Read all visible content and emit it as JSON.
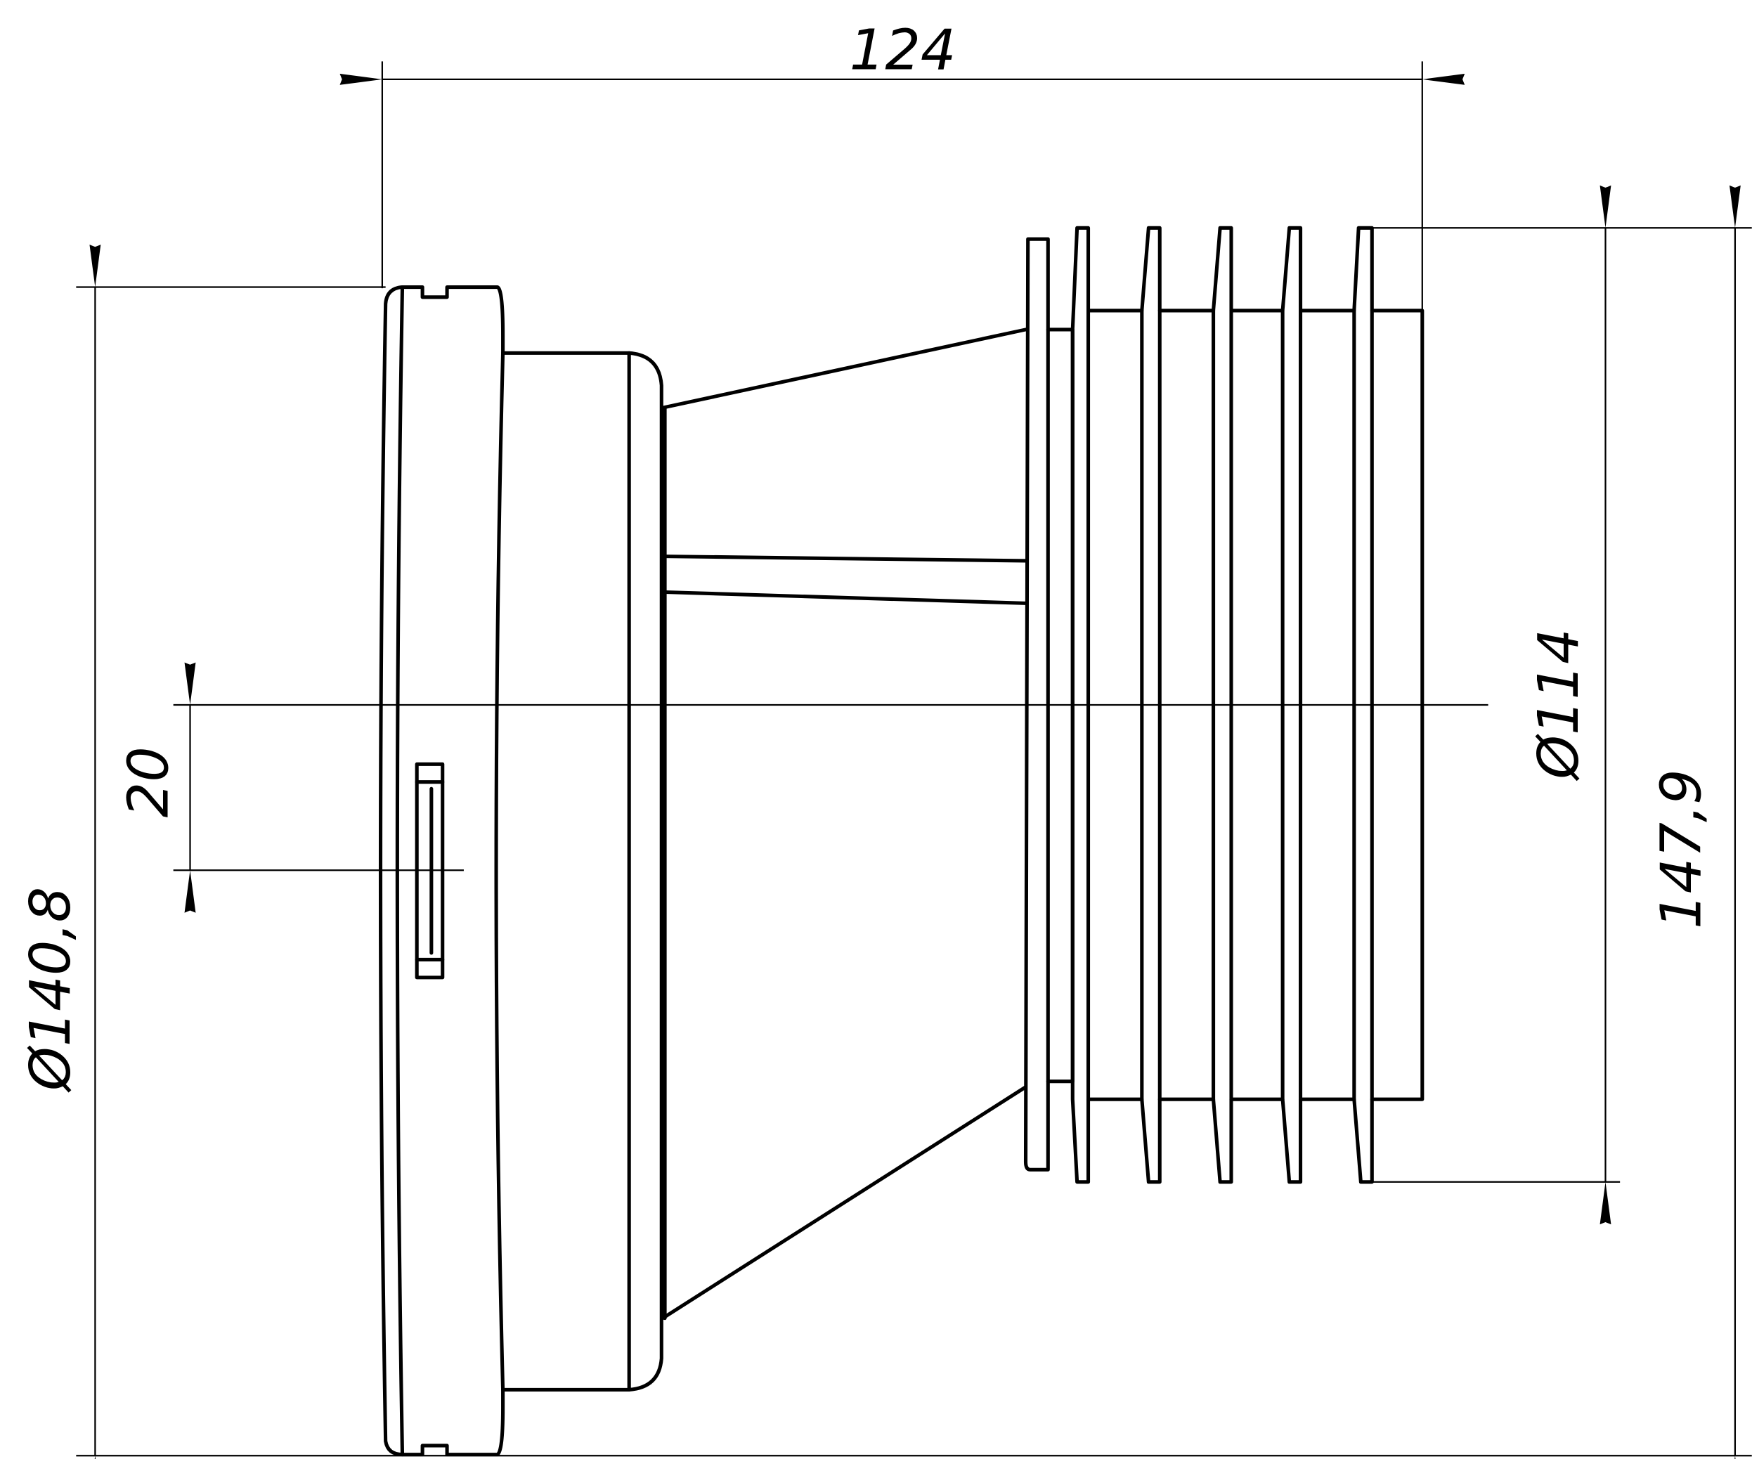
{
  "drawing": {
    "dimensions": {
      "overall_length": "124",
      "inlet_diameter": "Ø140,8",
      "offset": "20",
      "outlet_diameter": "Ø114",
      "outlet_rib_diameter": "147,9"
    },
    "line_color": "#000000",
    "background": "#ffffff"
  }
}
